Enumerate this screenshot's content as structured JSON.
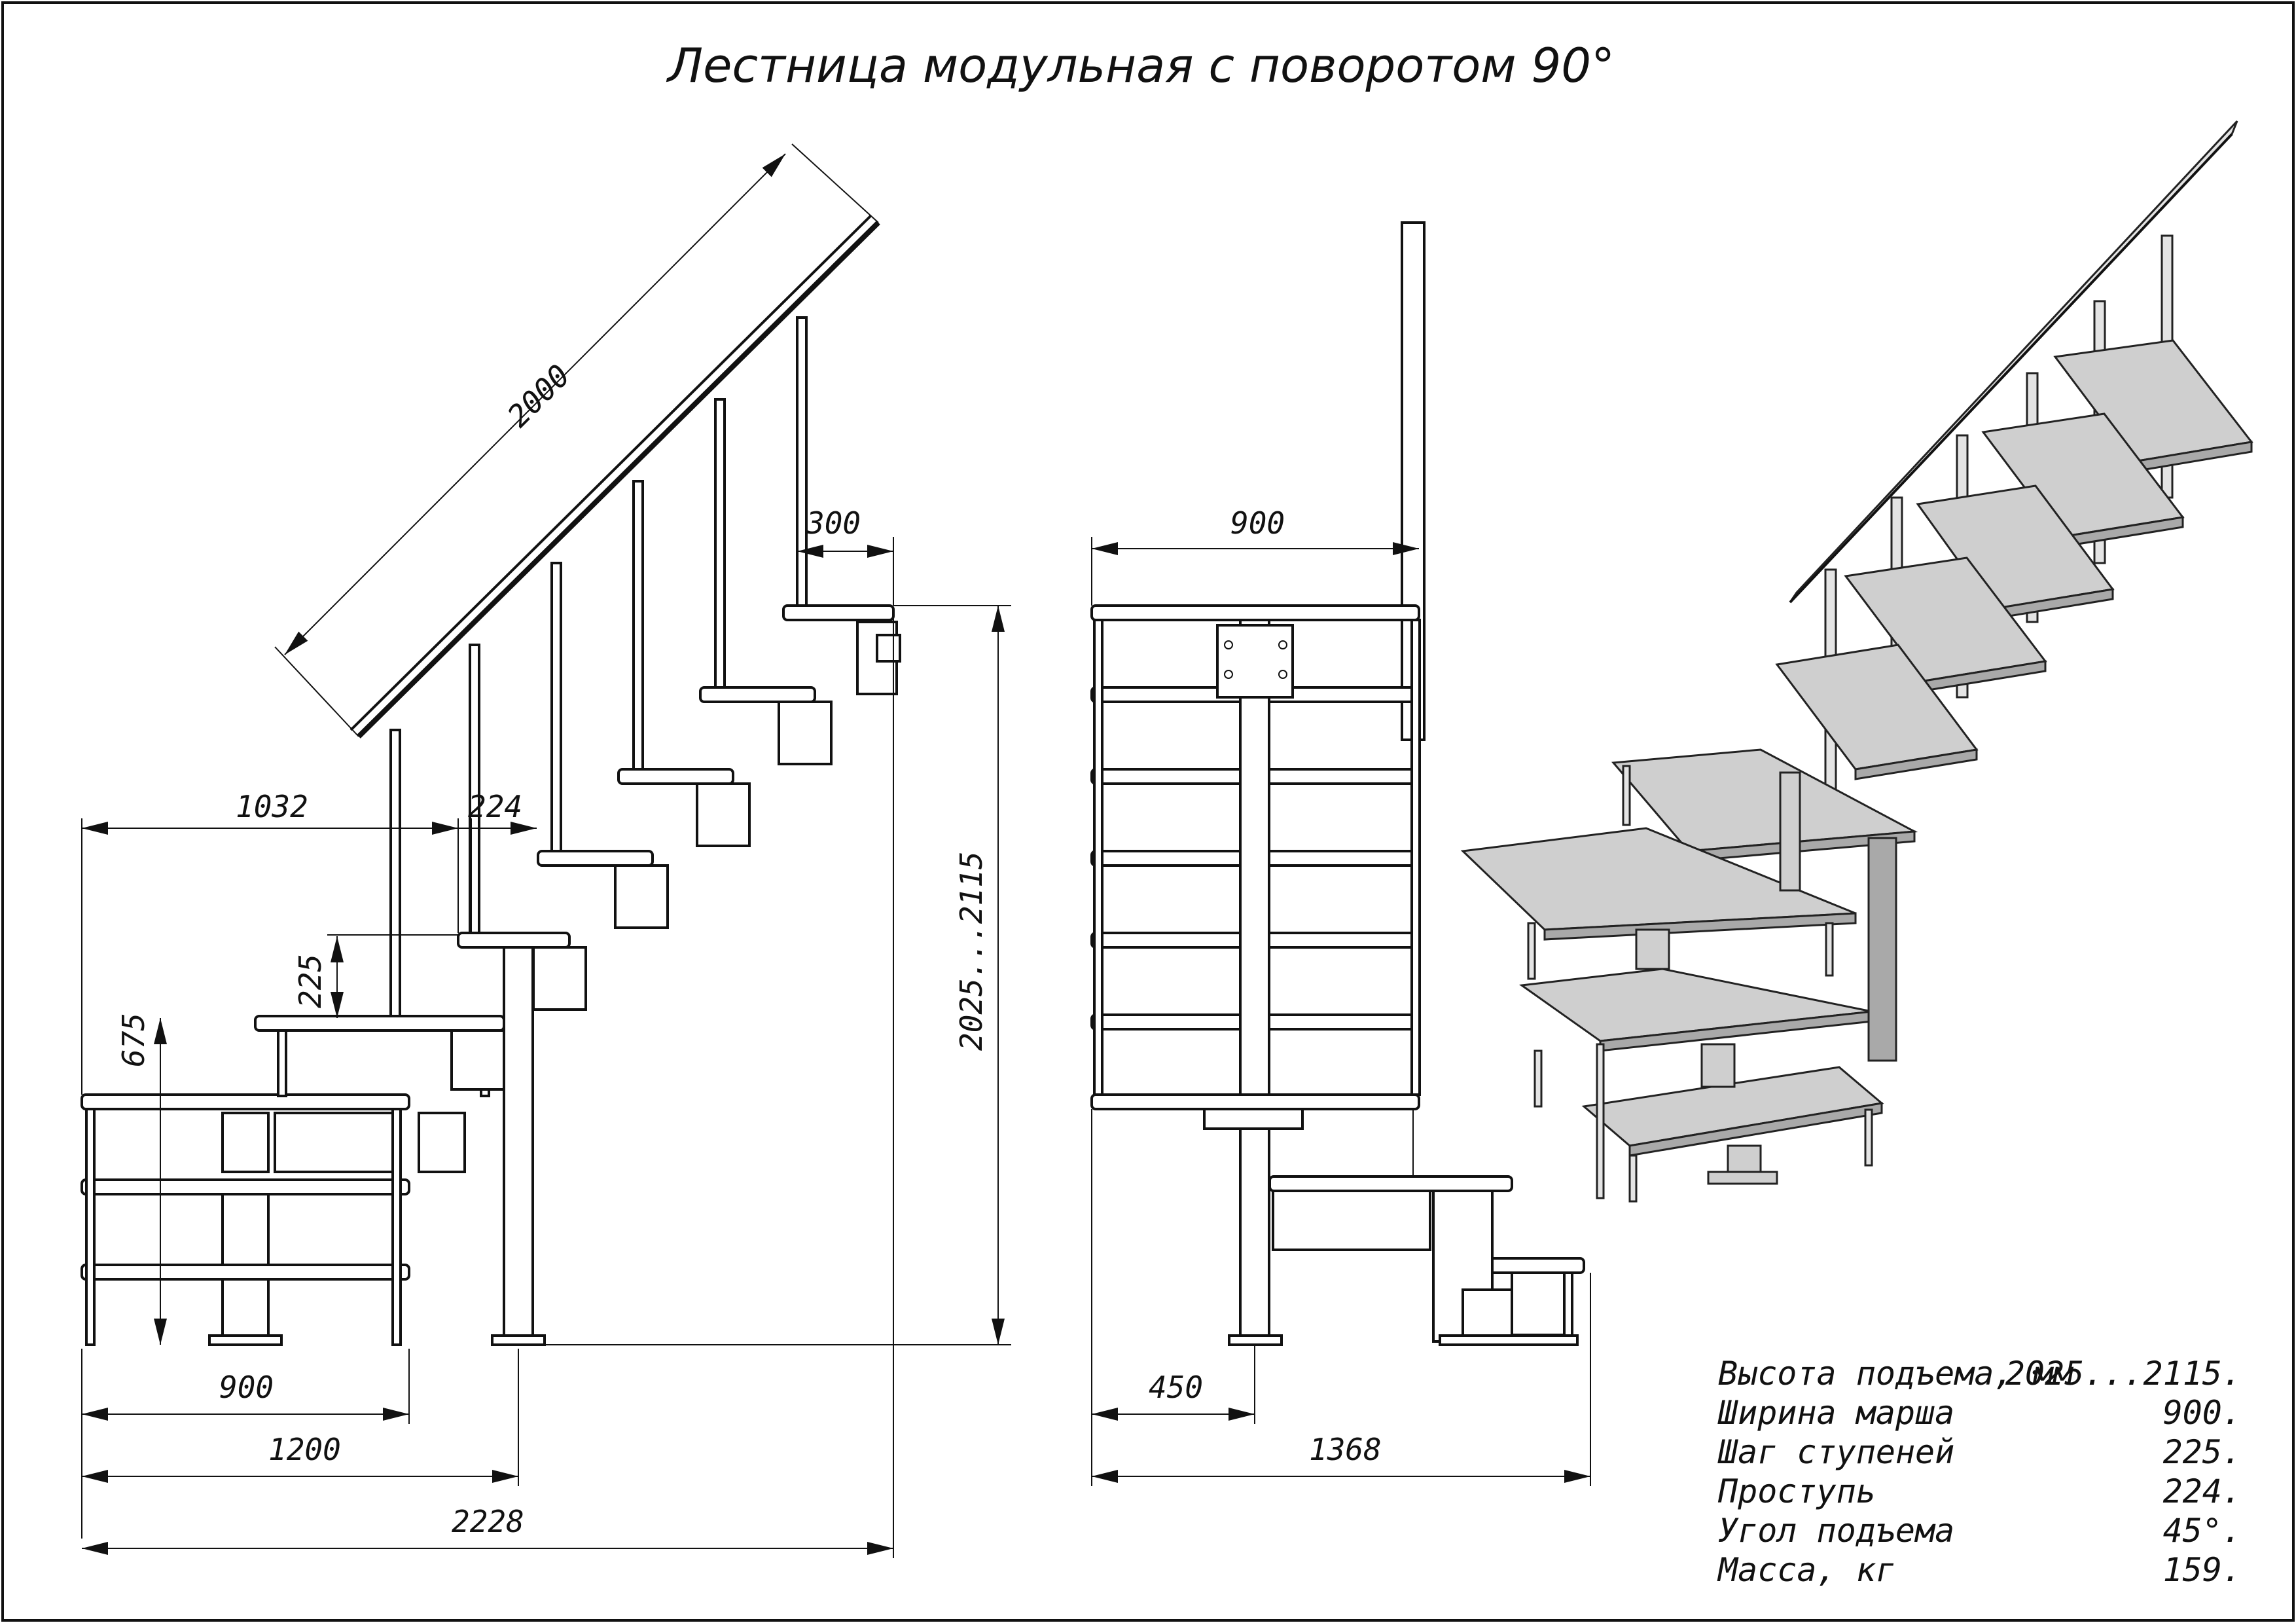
{
  "title": "Лестница модульная с поворотом 90°",
  "side_view": {
    "dims": {
      "rail_length": "2000",
      "tread_depth_top": "300",
      "run_upper": "1032",
      "going": "224",
      "rise": "225",
      "landing_height": "675",
      "total_height": "2025...2115",
      "width_bottom": "900",
      "run_1200": "1200",
      "total_length": "2228"
    }
  },
  "front_view": {
    "dims": {
      "width_top": "900",
      "offset_bottom": "450",
      "total_width": "1368"
    }
  },
  "specs": [
    {
      "label": "Высота подъема, мм",
      "value": "2025...2115."
    },
    {
      "label": "Ширина марша",
      "value": "900."
    },
    {
      "label": "Шаг ступеней",
      "value": "225."
    },
    {
      "label": "Проступь",
      "value": "224."
    },
    {
      "label": "Угол подъема",
      "value": "45°."
    },
    {
      "label": "Масса, кг",
      "value": "159."
    }
  ]
}
